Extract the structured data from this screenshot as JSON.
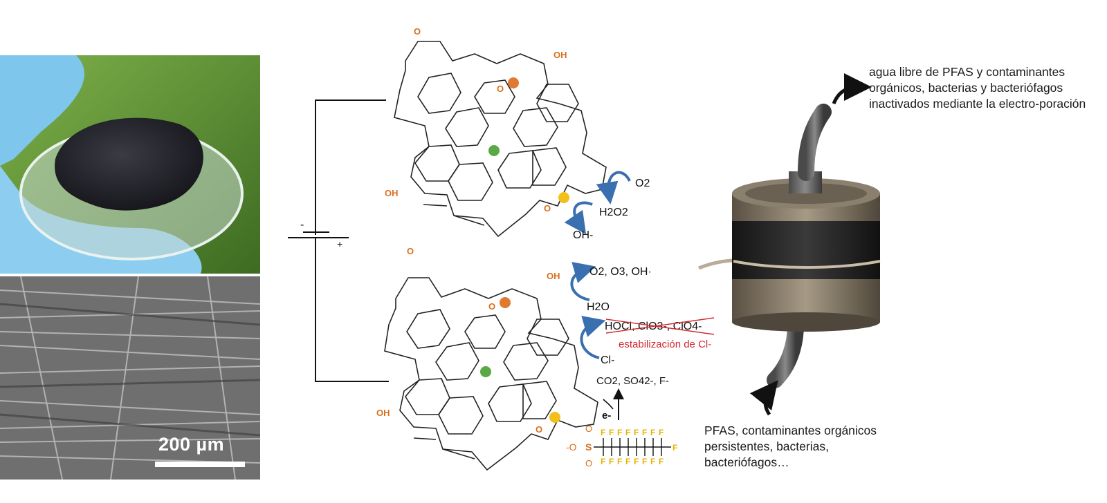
{
  "scale_label": "200 µm",
  "battery": {
    "minus": "-",
    "plus": "+"
  },
  "atoms": {
    "oxygen": "O",
    "hydroxyl": "OH"
  },
  "top_electrode": {
    "o2": "O2",
    "h2o2": "H2O2",
    "oh_minus": "OH-"
  },
  "bottom_electrode": {
    "oxidants": "O2, O3, OH·",
    "water": "H2O",
    "chlorine_species": "HOCl, ClO3-, ClO4-",
    "stabilization_note": "estabilización de Cl-",
    "chloride": "Cl-",
    "products": "CO2, SO42-, F-",
    "electron": "e-"
  },
  "pfas_molecule": {
    "fluorine": "F",
    "sulfur": "S",
    "oxygen": "O",
    "minus_o": "-O"
  },
  "filter": {
    "outlet_caption": "agua libre de PFAS y contaminantes orgánicos, bacterias y bacteriófagos inactivados mediante la electro-poración",
    "inlet_caption": "PFAS, contaminantes orgánicos persistentes, bacterias, bacteriófagos…"
  },
  "colors": {
    "arrow_blue": "#3a6fb0",
    "dot_orange": "#e07a2f",
    "dot_green": "#5ba846",
    "dot_yellow": "#f3bf1a",
    "heteroatom_orange": "#d86f1d",
    "fluorine_yellow": "#e8b100",
    "note_red": "#d3272f"
  }
}
